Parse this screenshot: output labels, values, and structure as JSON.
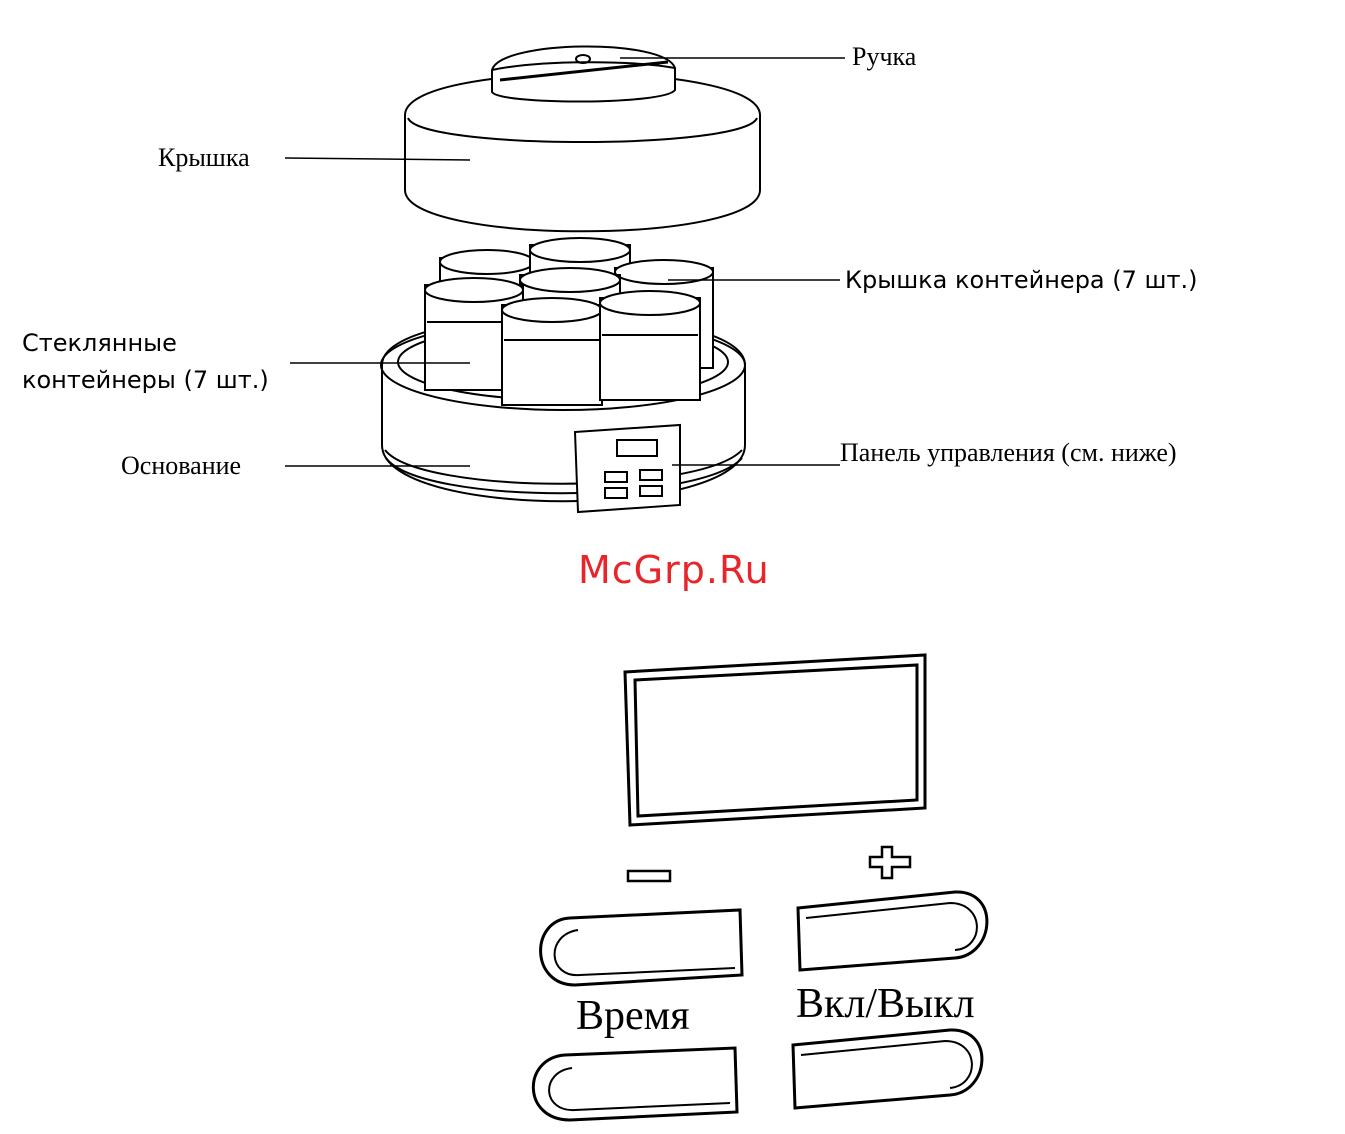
{
  "labels": {
    "handle": "Ручка",
    "lid": "Крышка",
    "container_lids": "Крышка контейнера (7 шт.)",
    "glass_containers_line1": "Стеклянные",
    "glass_containers_line2": "контейнеры (7 шт.)",
    "base": "Основание",
    "control_panel": "Панель управления (см. ниже)"
  },
  "watermark": "McGrp.Ru",
  "panel": {
    "minus_sign": "−",
    "plus_sign": "+",
    "time_label": "Время",
    "power_label": "Вкл/Выкл"
  },
  "colors": {
    "line": "#000000",
    "watermark": "#e8252b"
  }
}
